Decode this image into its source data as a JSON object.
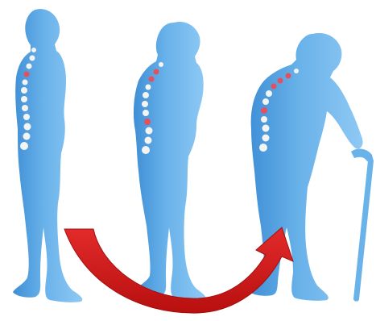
{
  "illustration": {
    "figures": [
      {
        "id": "upright"
      },
      {
        "id": "stooped"
      },
      {
        "id": "hunched-with-cane"
      }
    ],
    "colors": {
      "body": "#69b2ea",
      "body_dark": "#3f8fd6",
      "body_light": "#9bd0f7",
      "spine": "#f4f4f4",
      "spine_red": "#e3515f",
      "arrow": "#d51f1f",
      "arrow_dark": "#a10f0f",
      "background": "#ffffff"
    }
  }
}
